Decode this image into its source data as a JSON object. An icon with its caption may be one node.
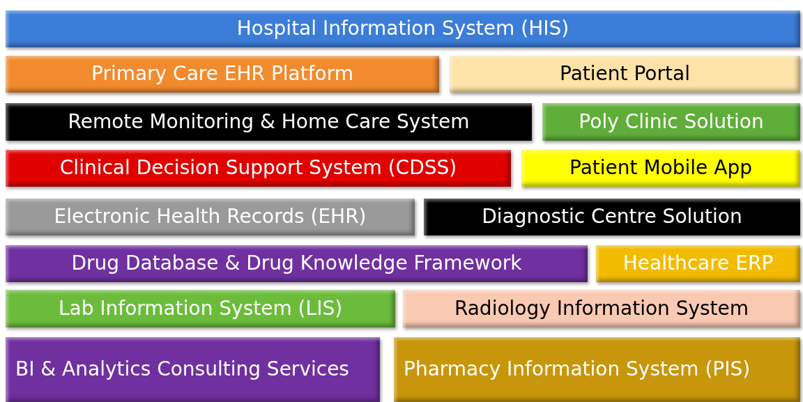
{
  "diagram": {
    "nodes": [
      {
        "text": [
          "Hospital Information System (HIS)"
        ]
      },
      {
        "text": [
          "Primary Care EHR Platform"
        ]
      },
      {
        "text": [
          "Patient Portal"
        ]
      },
      {
        "text": [
          "Remote Monitoring & Home Care System"
        ]
      },
      {
        "text": [
          "Poly Clinic Solution"
        ]
      },
      {
        "text": [
          "Clinical Decision Support System (CDSS)"
        ]
      },
      {
        "text": [
          "Patient Mobile App"
        ]
      },
      {
        "text": [
          "Electronic Health Records (EHR)"
        ]
      },
      {
        "text": [
          "Diagnostic Centre Solution"
        ]
      },
      {
        "text": [
          "Drug Database & Drug Knowledge Framework"
        ]
      },
      {
        "text": [
          "Healthcare ERP"
        ]
      },
      {
        "text": [
          "Lab Information System (LIS)"
        ]
      },
      {
        "text": [
          "Radiology Information System"
        ]
      },
      {
        "text": [
          "BI & Analytics Consulting Services"
        ]
      },
      {
        "text": [
          "Pharmacy Information System (PIS)"
        ]
      }
    ]
  }
}
